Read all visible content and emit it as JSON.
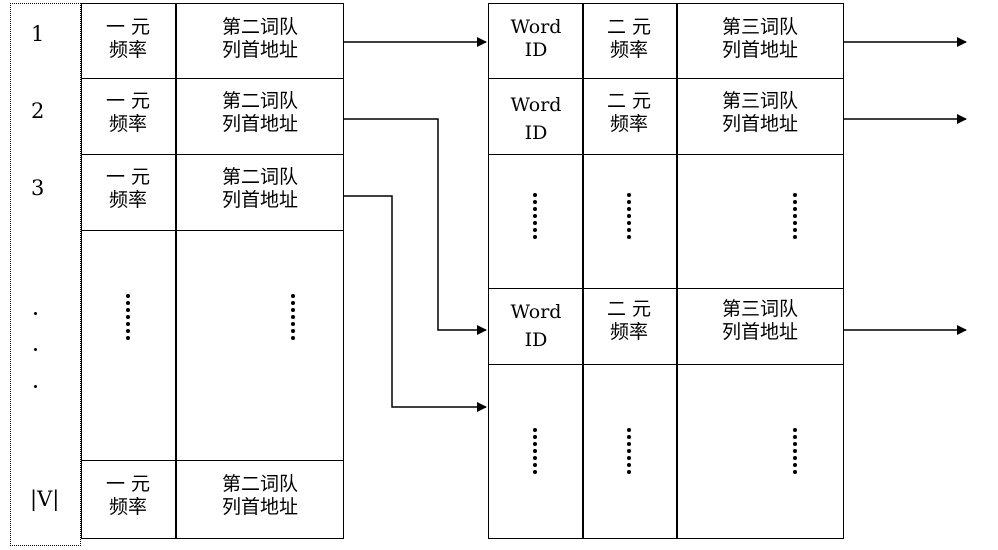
{
  "index_column": {
    "labels": [
      "1",
      "2",
      "3",
      "|V|"
    ]
  },
  "first_table": {
    "rows": [
      {
        "col1": "一 元\n频率",
        "col2": "第二词队\n列首地址"
      },
      {
        "col1": "一 元\n频率",
        "col2": "第二词队\n列首地址"
      },
      {
        "col1": "一 元\n频率",
        "col2": "第二词队\n列首地址"
      },
      {
        "col1": "一 元\n频率",
        "col2": "第二词队\n列首地址"
      }
    ]
  },
  "second_table": {
    "rows": [
      {
        "col1": "Word\nID",
        "col2": "二 元\n频率",
        "col3": "第三词队\n列首地址"
      },
      {
        "col1": "Word\nID",
        "col2": "二 元\n频率",
        "col3": "第三词队\n列首地址"
      },
      {
        "col1": "Word\nID",
        "col2": "二 元\n频率",
        "col3": "第三词队\n列首地址"
      }
    ]
  }
}
